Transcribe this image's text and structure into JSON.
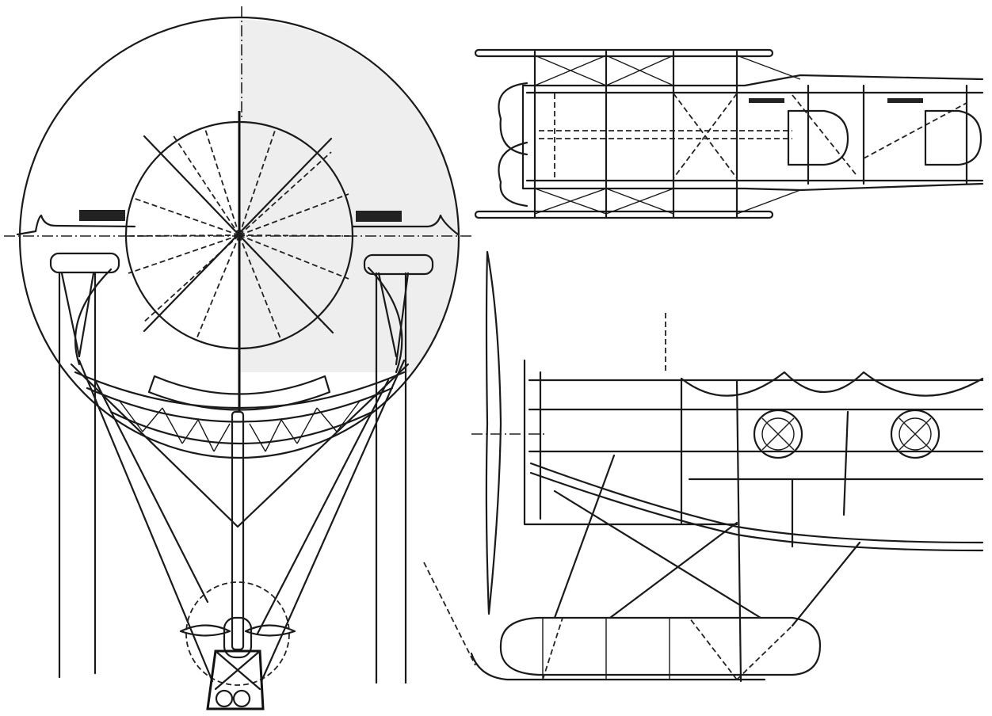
{
  "figure": {
    "type": "technical-drawing",
    "subject": "airship gondola with propellers, three orthographic views",
    "views": [
      {
        "id": "front",
        "label": "Front elevation (envelope cross-section with suspended car)"
      },
      {
        "id": "plan",
        "label": "Plan view (top) of car framework"
      },
      {
        "id": "side",
        "label": "Side elevation of car with propeller, radiators and skid"
      }
    ],
    "colors": {
      "line": "#1a1a1a",
      "background": "#ffffff",
      "shading": "#eeeeee"
    },
    "text_labels": []
  }
}
